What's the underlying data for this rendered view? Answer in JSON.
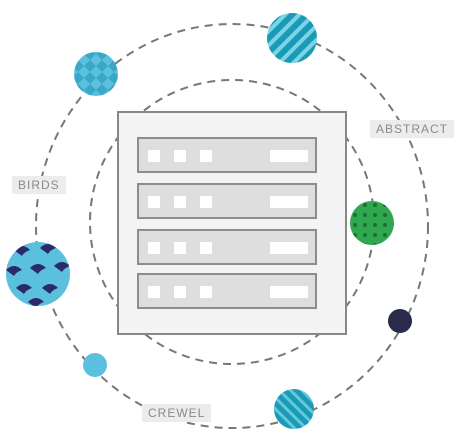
{
  "labels": {
    "birds": "BIRDS",
    "abstract": "ABSTRACT",
    "crewel": "CREWEL"
  },
  "colors": {
    "orbit": "#777777",
    "server_frame": "#888888",
    "server_body": "#f4f4f4",
    "drive_bay": "#dedede",
    "drive_bay_border": "#8c8c8c",
    "light_blue": "#5bc0de",
    "teal": "#1a9bb5",
    "green": "#2fa84f",
    "navy": "#2a2a4a",
    "label_bg": "#ececec",
    "label_text": "#8a8a8a"
  },
  "icons": {
    "server": "server-rack-icon",
    "swatches": [
      "diamond-pattern-swatch",
      "stripe-pattern-swatch",
      "dot-pattern-swatch",
      "bird-pattern-swatch",
      "solid-navy-swatch",
      "solid-light-blue-swatch",
      "stripe-pattern-swatch-bottom"
    ]
  }
}
